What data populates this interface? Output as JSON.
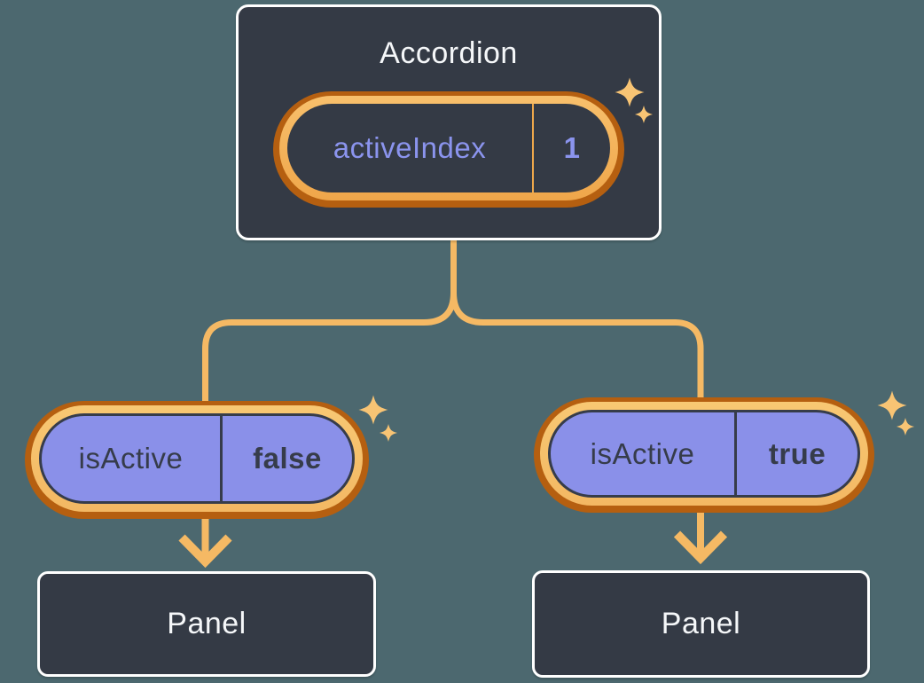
{
  "colors": {
    "background": "#4C686F",
    "node_fill": "#343A45",
    "node_border": "#FFFFFF",
    "ring_dark_orange": "#B55F10",
    "ring_light_orange": "#F5B75F",
    "pill_purple_fill": "#8A90E9",
    "text_light": "#F5F7F9",
    "text_purple": "#8B94EE",
    "text_dark": "#363C4A",
    "connector_orange": "#F5B964",
    "sparkle_orange": "#F8C474"
  },
  "icons": {
    "sparkle": "four-point-star",
    "arrow": "down-arrow"
  },
  "accordion": {
    "title": "Accordion",
    "state": {
      "label": "activeIndex",
      "value": "1"
    }
  },
  "branches": [
    {
      "prop": {
        "label": "isActive",
        "value": "false"
      },
      "panel_title": "Panel"
    },
    {
      "prop": {
        "label": "isActive",
        "value": "true"
      },
      "panel_title": "Panel"
    }
  ]
}
